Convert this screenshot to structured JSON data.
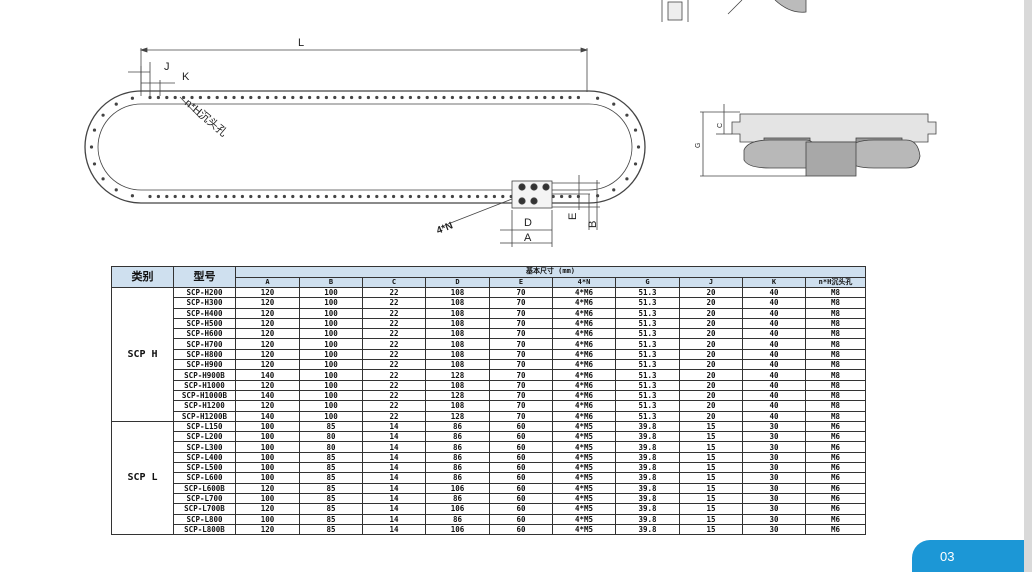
{
  "drawing": {
    "labels": {
      "L": "L",
      "J": "J",
      "K": "K",
      "holes": "n*H沉头孔",
      "n4": "4*N",
      "A": "A",
      "B": "B",
      "D": "D",
      "E": "E",
      "G": "G",
      "C": "C"
    },
    "colors": {
      "line": "#444444",
      "accent": "#1c97d6",
      "header_bg": "#cfe0ef"
    }
  },
  "table": {
    "category_header": "类别",
    "model_header": "型号",
    "dims_header": "基本尺寸 (mm)",
    "columns": [
      "A",
      "B",
      "C",
      "D",
      "E",
      "4*N",
      "G",
      "J",
      "K",
      "n*H沉头孔"
    ],
    "groups": [
      {
        "name": "SCP H",
        "rows": [
          [
            "SCP-H200",
            "120",
            "100",
            "22",
            "108",
            "70",
            "4*M6",
            "51.3",
            "20",
            "40",
            "M8"
          ],
          [
            "SCP-H300",
            "120",
            "100",
            "22",
            "108",
            "70",
            "4*M6",
            "51.3",
            "20",
            "40",
            "M8"
          ],
          [
            "SCP-H400",
            "120",
            "100",
            "22",
            "108",
            "70",
            "4*M6",
            "51.3",
            "20",
            "40",
            "M8"
          ],
          [
            "SCP-H500",
            "120",
            "100",
            "22",
            "108",
            "70",
            "4*M6",
            "51.3",
            "20",
            "40",
            "M8"
          ],
          [
            "SCP-H600",
            "120",
            "100",
            "22",
            "108",
            "70",
            "4*M6",
            "51.3",
            "20",
            "40",
            "M8"
          ],
          [
            "SCP-H700",
            "120",
            "100",
            "22",
            "108",
            "70",
            "4*M6",
            "51.3",
            "20",
            "40",
            "M8"
          ],
          [
            "SCP-H800",
            "120",
            "100",
            "22",
            "108",
            "70",
            "4*M6",
            "51.3",
            "20",
            "40",
            "M8"
          ],
          [
            "SCP-H900",
            "120",
            "100",
            "22",
            "108",
            "70",
            "4*M6",
            "51.3",
            "20",
            "40",
            "M8"
          ],
          [
            "SCP-H900B",
            "140",
            "100",
            "22",
            "128",
            "70",
            "4*M6",
            "51.3",
            "20",
            "40",
            "M8"
          ],
          [
            "SCP-H1000",
            "120",
            "100",
            "22",
            "108",
            "70",
            "4*M6",
            "51.3",
            "20",
            "40",
            "M8"
          ],
          [
            "SCP-H1000B",
            "140",
            "100",
            "22",
            "128",
            "70",
            "4*M6",
            "51.3",
            "20",
            "40",
            "M8"
          ],
          [
            "SCP-H1200",
            "120",
            "100",
            "22",
            "108",
            "70",
            "4*M6",
            "51.3",
            "20",
            "40",
            "M8"
          ],
          [
            "SCP-H1200B",
            "140",
            "100",
            "22",
            "128",
            "70",
            "4*M6",
            "51.3",
            "20",
            "40",
            "M8"
          ]
        ]
      },
      {
        "name": "SCP L",
        "rows": [
          [
            "SCP-L150",
            "100",
            "85",
            "14",
            "86",
            "60",
            "4*M5",
            "39.8",
            "15",
            "30",
            "M6"
          ],
          [
            "SCP-L200",
            "100",
            "80",
            "14",
            "86",
            "60",
            "4*M5",
            "39.8",
            "15",
            "30",
            "M6"
          ],
          [
            "SCP-L300",
            "100",
            "80",
            "14",
            "86",
            "60",
            "4*M5",
            "39.8",
            "15",
            "30",
            "M6"
          ],
          [
            "SCP-L400",
            "100",
            "85",
            "14",
            "86",
            "60",
            "4*M5",
            "39.8",
            "15",
            "30",
            "M6"
          ],
          [
            "SCP-L500",
            "100",
            "85",
            "14",
            "86",
            "60",
            "4*M5",
            "39.8",
            "15",
            "30",
            "M6"
          ],
          [
            "SCP-L600",
            "100",
            "85",
            "14",
            "86",
            "60",
            "4*M5",
            "39.8",
            "15",
            "30",
            "M6"
          ],
          [
            "SCP-L600B",
            "120",
            "85",
            "14",
            "106",
            "60",
            "4*M5",
            "39.8",
            "15",
            "30",
            "M6"
          ],
          [
            "SCP-L700",
            "100",
            "85",
            "14",
            "86",
            "60",
            "4*M5",
            "39.8",
            "15",
            "30",
            "M6"
          ],
          [
            "SCP-L700B",
            "120",
            "85",
            "14",
            "106",
            "60",
            "4*M5",
            "39.8",
            "15",
            "30",
            "M6"
          ],
          [
            "SCP-L800",
            "100",
            "85",
            "14",
            "86",
            "60",
            "4*M5",
            "39.8",
            "15",
            "30",
            "M6"
          ],
          [
            "SCP-L800B",
            "120",
            "85",
            "14",
            "106",
            "60",
            "4*M5",
            "39.8",
            "15",
            "30",
            "M6"
          ]
        ]
      }
    ]
  },
  "page_number": "03"
}
